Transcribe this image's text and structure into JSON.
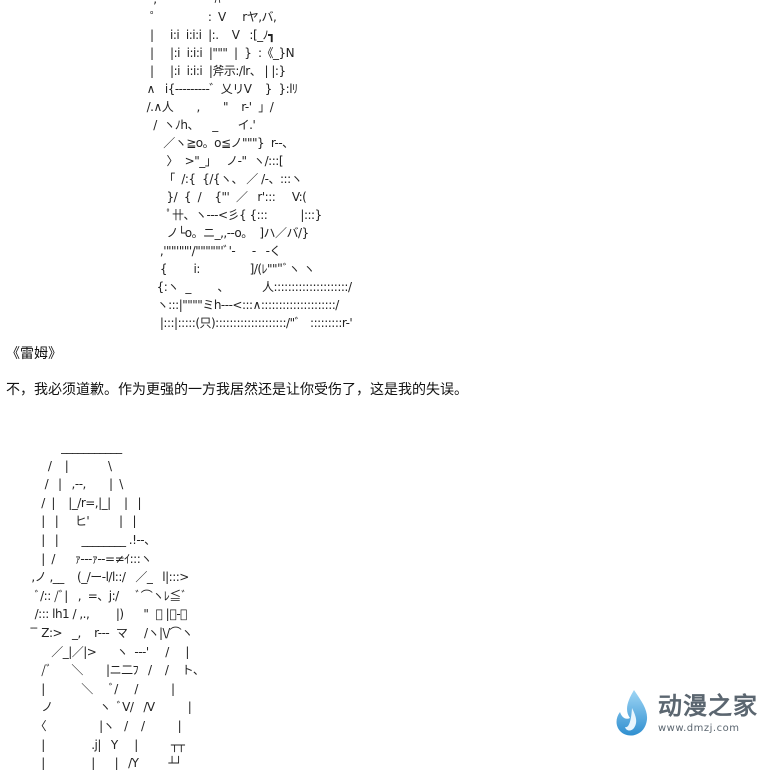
{
  "ascii_art": {
    "top": "    ,   ﾟ             ﾊ       '\n   ゜              :  V     rヤ,バ,\n   |     i:i  i:i:i  |:.    V   :[_ﾉ┓\n   |     |:i  i:i:i  |\"\"\"  |  }  :《_}N\n   |     |:i  i:i:i  |斧示:/lr、 | |:}\n  ∧   i{---------゛乂リV    }  }:lﾘ\n  /.∧人       ,       \"    r-'  」/\n    /  ヽﾉh、    _      イ.'\n       ／ヽ≧o。o≦ノ\"\"\"}  r--、\n        〉  >\"_」   ノ-\"  ヽ/:::[\n       「  /:{  {/{ヽ、 ／ /-、:::ヽ\n        }/  {  /    {\"'  ／   r':::     V:(\n        ﾟ卄、ヽ---<彡{ {:::          |:::}\n        ノ└o。ニ_,,--o。  ]ハ／バ/}\n      ,'\"\"'\"\"'/\"\"\"\"\"'ﾞ'-     -   -く\n      {        i:               ]/(ﾚ\"\"\"ﾞヽ ヽ\n     {:ヽ  _        、          人:::::::::::::::::::::/\n     ヽ:::|\"\"\"\"ミh---<:::∧:::::::::::::::::::::/\n      |:::|:::::(只)::::::::::::::::::::/\"ﾞ   :::::::::r-'",
    "bottom": "          ___________\n      /    |            \\\n     /   |   ,--,       |  \\\n    /  |    |_/r=,|_|    |   |\n    |   |     ヒ'         |   |\n    |   |       ________ .!--、\n    |  /      ｧ---ｧ--=≠ｲ:::ヽ\n ,ノ ,__    (_/ー-l/l::/   ／_   l|:::>\n  ﾞ/:: /ﾞ|   ,  =、j:/     ﾞ⌒ヽﾚ≦ﾞ\n  /::: lh1 / ,.,        |)      \"  ﾞ |ﾞ-、\n  ̄ ̄ Z:>   _,    r---  マ     /ヽ|\\/⌒ヽ\n       ／_|／|>      ヽ  ---'     /     |\n    /ﾞ      ＼       |ニ二ﾌ   /    /    ト、\n    |           ＼     ﾞ/     /          |\n    ノ              ヽ  ﾞV/   /V          |\n  〈                |ヽ   /    /          |\n    |              .j|   Y     |          ┬┬\n    |              |      |   /Y         ┴┘"
  },
  "speaker": "《雷姆》",
  "dialogue": "不，我必须道歉。作为更强的一方我居然还是让你受伤了，这是我的失误。",
  "watermark": {
    "name": "动漫之家",
    "url": "www.dmzj.com",
    "logo_color": "#4aa8e0"
  }
}
